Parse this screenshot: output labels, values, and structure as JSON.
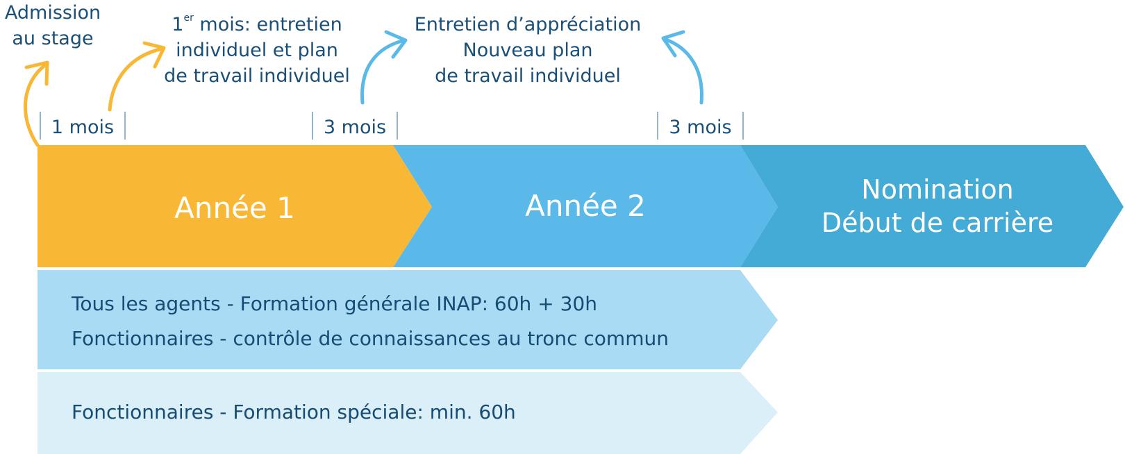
{
  "annotations": {
    "admission": [
      "Admission",
      "au stage"
    ],
    "first_month_prefix": "1",
    "first_month_sup": "er",
    "first_month_rest": " mois: entretien",
    "first_month_lines": [
      "individuel et plan",
      "de travail individuel"
    ],
    "appraisal": [
      "Entretien d’appréciation",
      "Nouveau plan",
      "de travail individuel"
    ]
  },
  "ticks": {
    "t1": "1 mois",
    "t2": "3 mois",
    "t3": "3 mois"
  },
  "stages": {
    "year1": "Année 1",
    "year2": "Année 2",
    "nomination": [
      "Nomination",
      "Début de carrière"
    ]
  },
  "training": {
    "general": [
      "Tous les agents - Formation générale INAP: 60h + 30h",
      "Fonctionnaires -  contrôle de connaissances au tronc commun"
    ],
    "special": "Fonctionnaires - Formation spéciale: min. 60h"
  },
  "colors": {
    "year1": "#f8b836",
    "year2": "#5bb9e9",
    "nomination": "#44abd7",
    "training_general": "#a9dcf4",
    "training_special": "#dbeff9",
    "text_dark": "#1a4f78",
    "arrow_orange": "#f8b836",
    "arrow_blue": "#5bb9e9",
    "tick_line": "#8fb6cc"
  }
}
